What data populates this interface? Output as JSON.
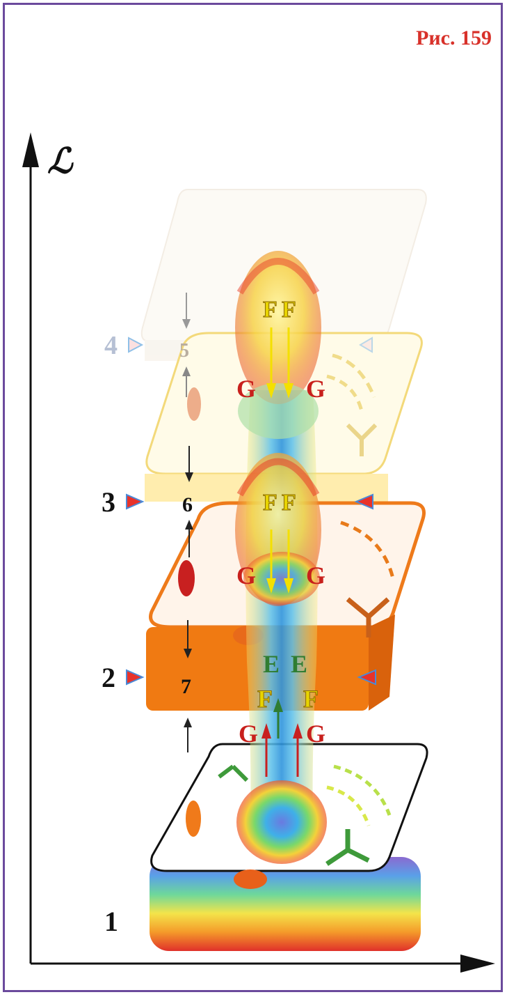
{
  "figure": {
    "label": "Рис. 159"
  },
  "axis": {
    "y_label": "ℒ"
  },
  "levels": [
    {
      "id": "1",
      "label": "1"
    },
    {
      "id": "2",
      "label": "2"
    },
    {
      "id": "3",
      "label": "3"
    },
    {
      "id": "4",
      "label": "4"
    }
  ],
  "gaps": [
    {
      "id": "5",
      "label": "5"
    },
    {
      "id": "6",
      "label": "6"
    },
    {
      "id": "7",
      "label": "7"
    }
  ],
  "field_letters": {
    "F": "F",
    "G": "G",
    "E": "E"
  },
  "colors": {
    "frame": "#6b4a9c",
    "figure_label": "#d8312a",
    "layer2": "#f07a12",
    "layer3": "#ffe9a8",
    "layer4": "#f4ede2",
    "F_letter": "#e8d400",
    "G_letter": "#c8201c",
    "E_letter": "#2f7d32",
    "flow": "#3aa4e0"
  }
}
